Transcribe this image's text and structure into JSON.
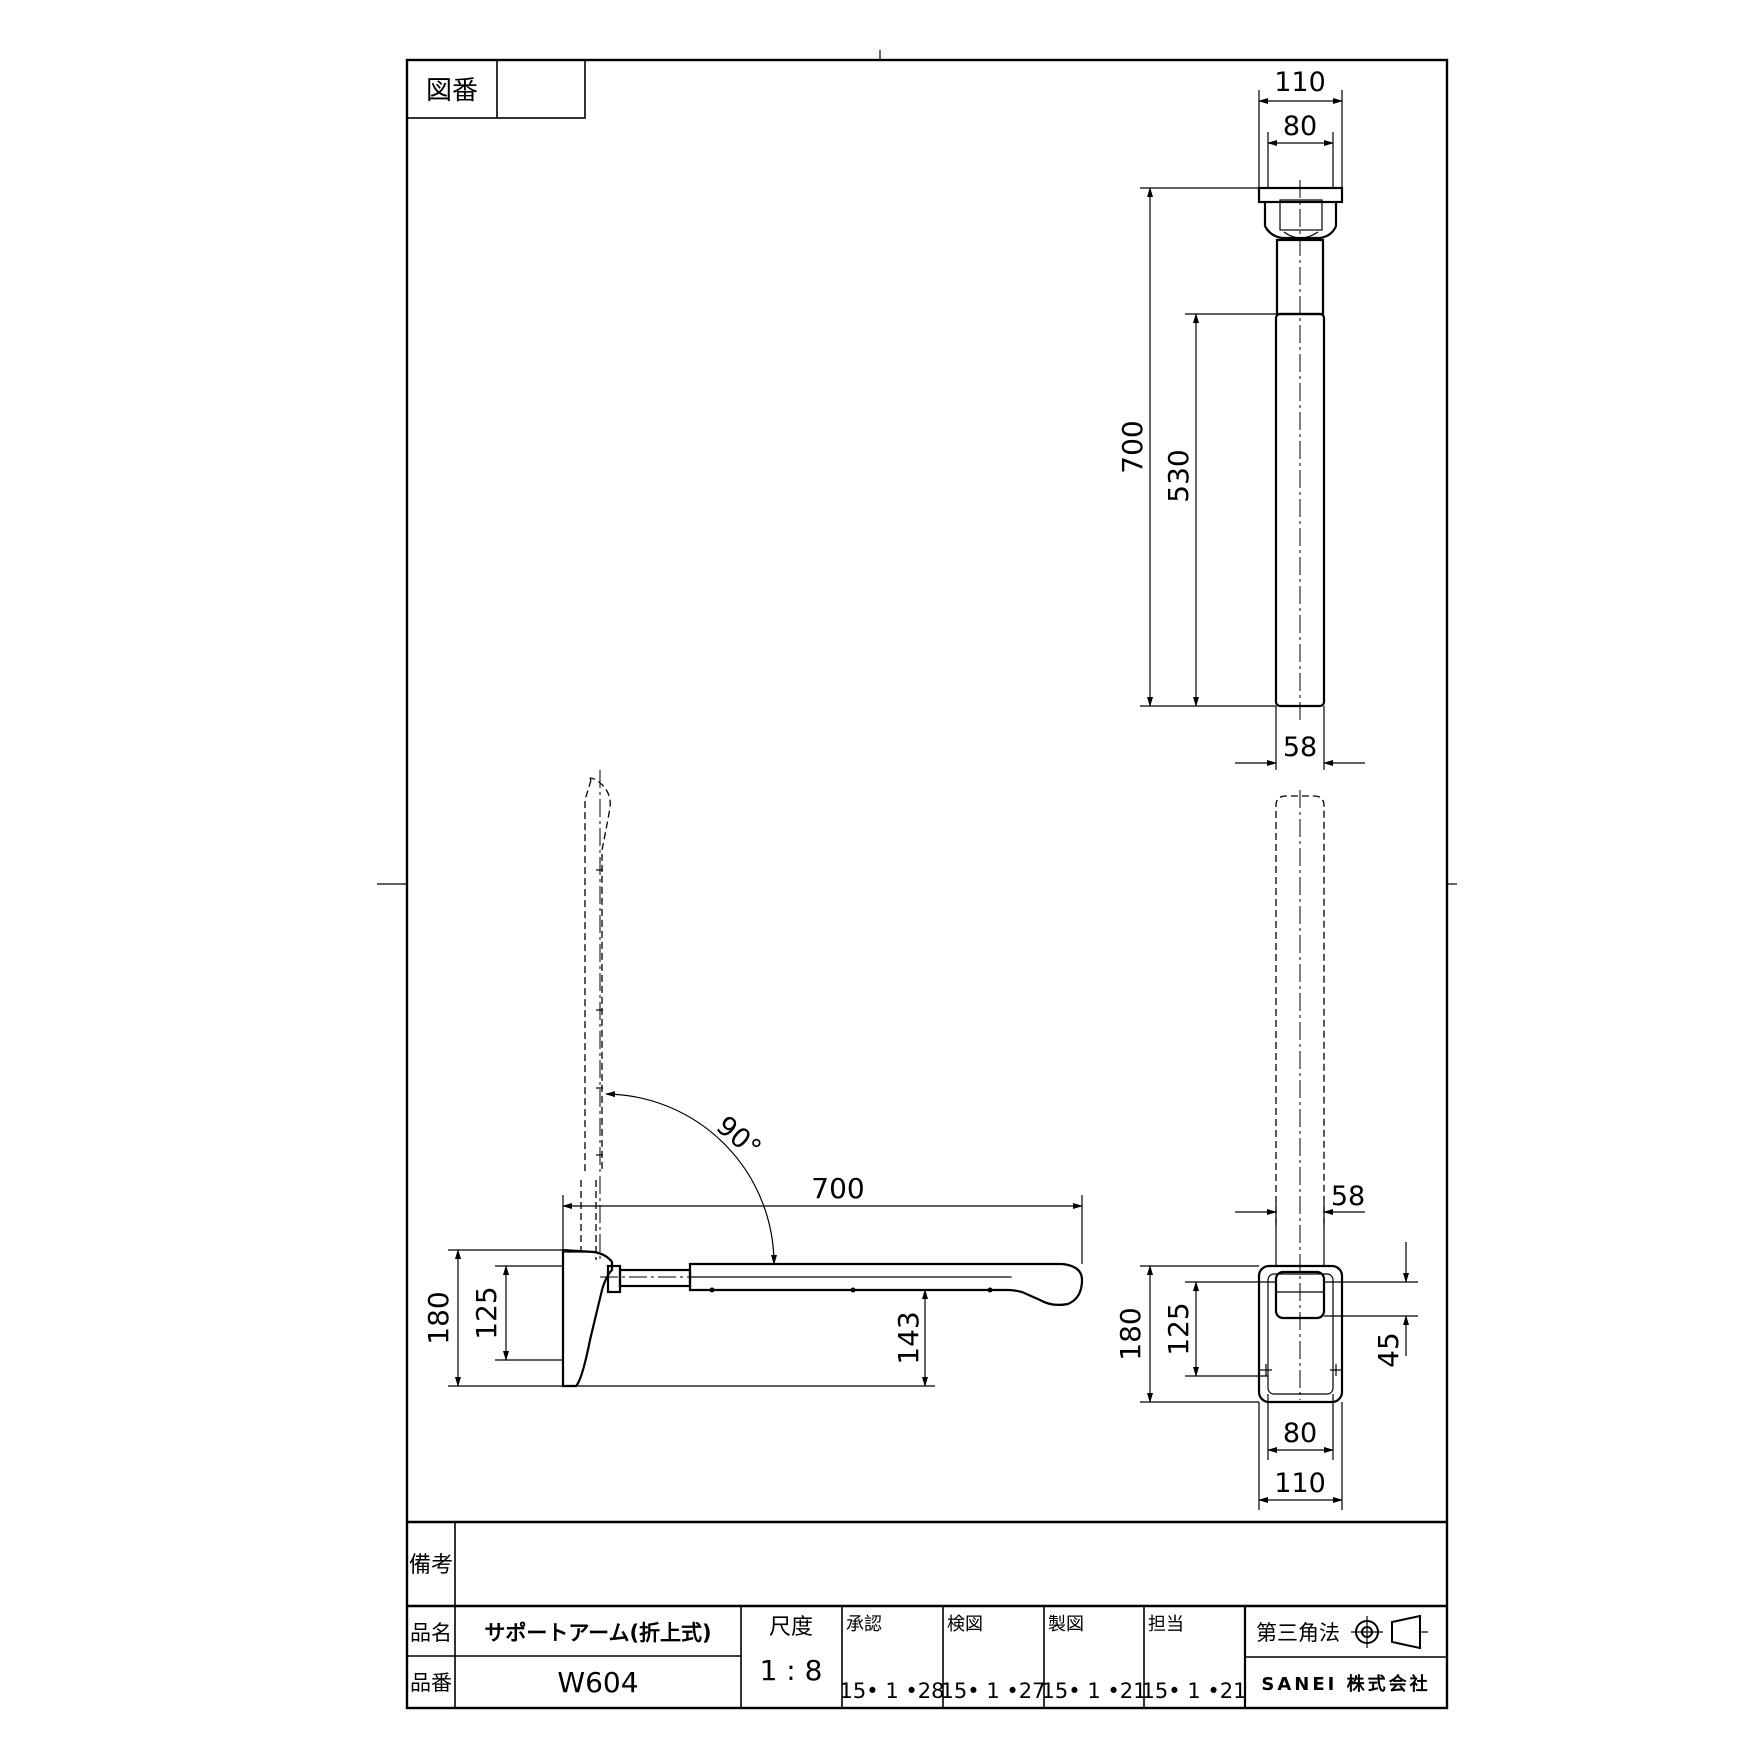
{
  "title_block": {
    "drawing_no_label": "図番",
    "drawing_no_value": "",
    "remarks_label": "備考",
    "product_name_label": "品名",
    "product_name": "サポートアーム(折上式)",
    "product_no_label": "品番",
    "product_no": "W604",
    "scale_label": "尺度",
    "scale": "1 : 8",
    "approval_label": "承認",
    "approval_date": "15• 1 •28",
    "check_label": "検図",
    "check_date": "15• 1 •27",
    "drafting_label": "製図",
    "drafting_date": "15• 1 •21",
    "charge_label": "担当",
    "charge_date": "15• 1 •21",
    "projection_label": "第三角法",
    "company": "SANEI 株式会社"
  },
  "dimensions": {
    "top_view_width_outer": "110",
    "top_view_width_inner": "80",
    "top_view_length_total": "700",
    "top_view_length_grip": "530",
    "top_view_grip_width": "58",
    "side_angle": "90°",
    "side_length": "700",
    "side_height_outer": "180",
    "side_height_inner": "125",
    "side_arm_height": "143",
    "front_grip_width": "58",
    "front_height_outer": "180",
    "front_height_inner": "125",
    "front_offset": "45",
    "front_width_inner": "80",
    "front_width_outer": "110"
  }
}
